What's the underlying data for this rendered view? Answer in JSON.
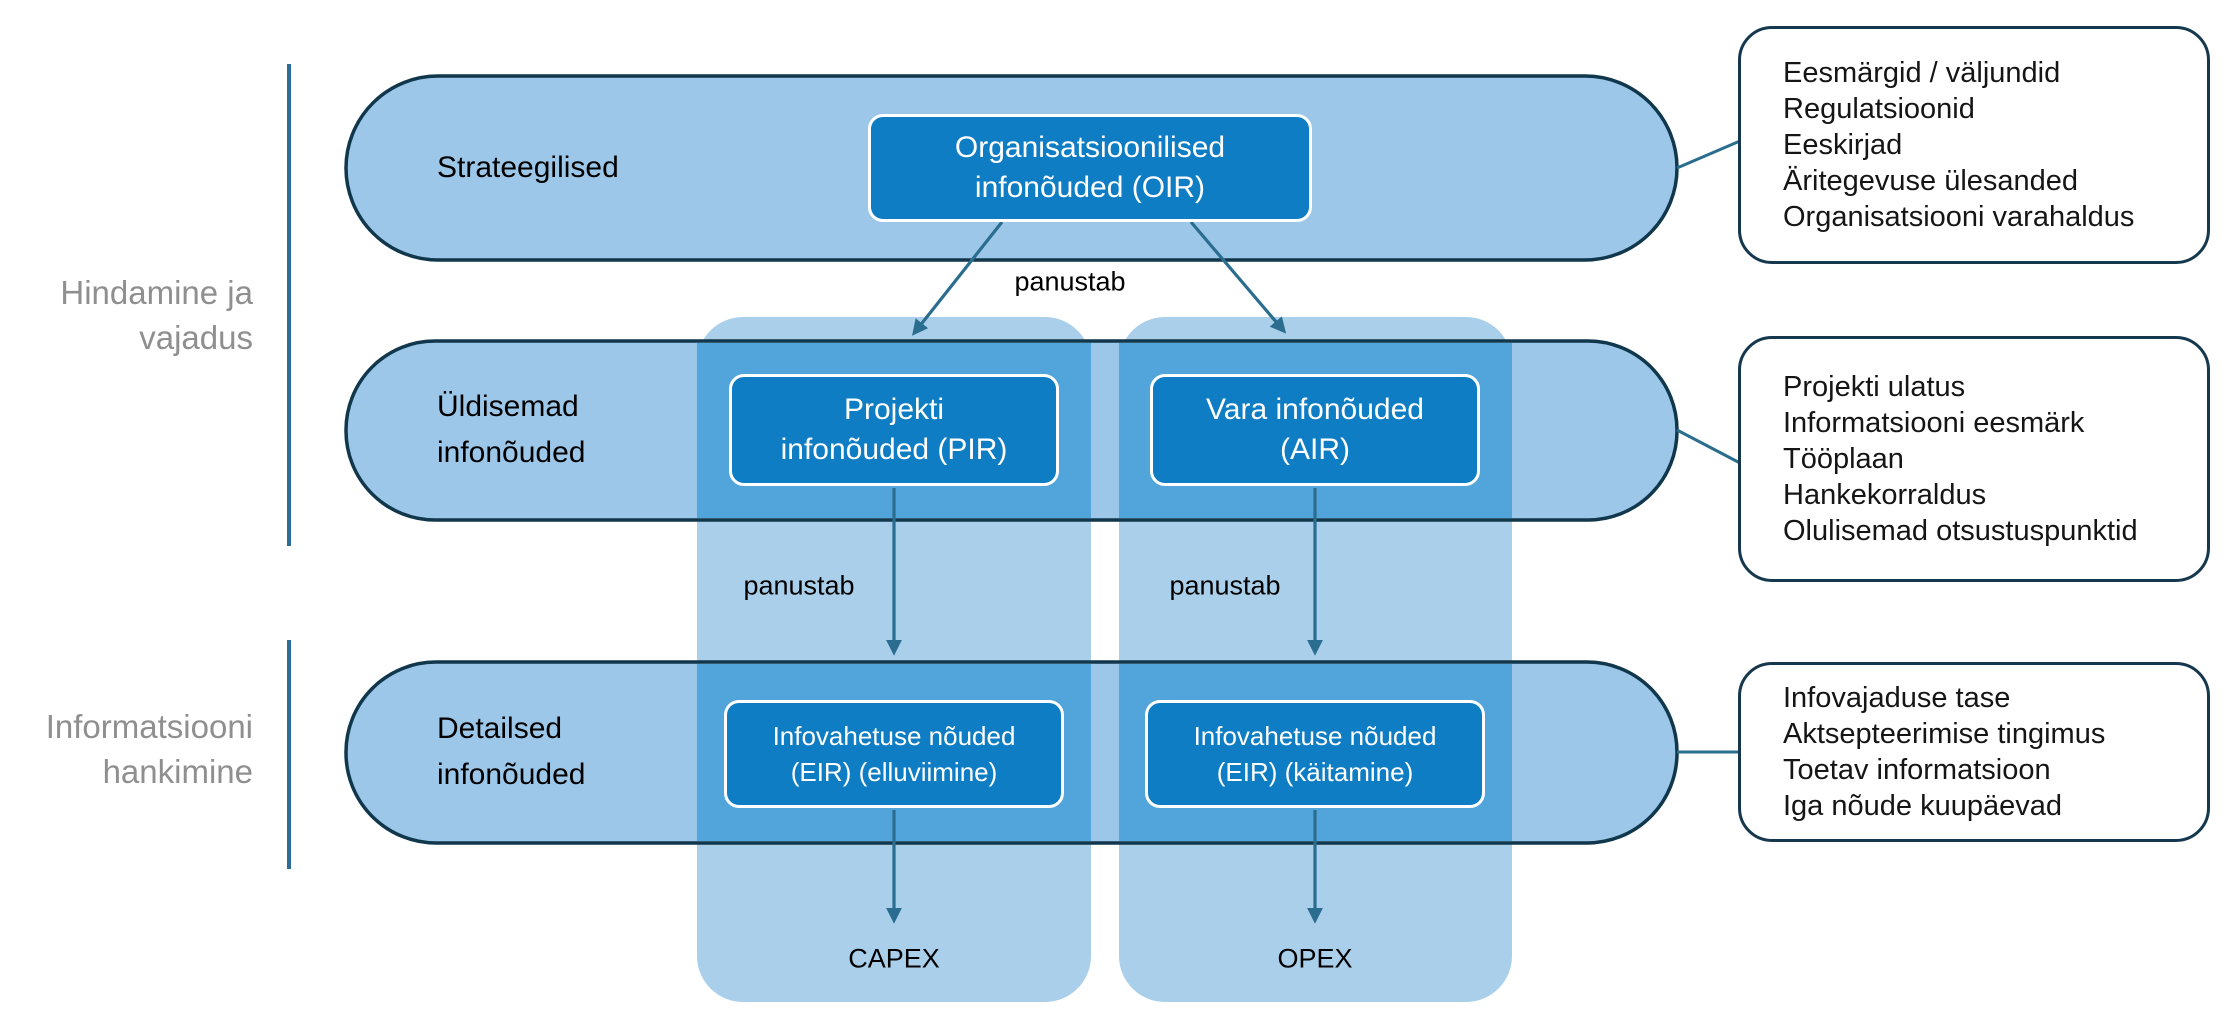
{
  "palette": {
    "pill_fill": "#9CC7E9",
    "pill_border": "#10374B",
    "column_fill": "#A9CFEB",
    "column_over_pill": "#52A5DA",
    "dark_box_fill": "#0E7DC4",
    "dark_box_border": "#FFFFFF",
    "dark_box_text": "#FFFFFF",
    "arrow_color": "#2A6D8F",
    "bracket_line_color": "#2E6D95",
    "side_label_color": "#8F8F8F",
    "callout_border": "#16384E",
    "text_color": "#000000"
  },
  "side_labels": [
    {
      "line1": "Hindamine ja",
      "line2": "vajadus"
    },
    {
      "line1": "Informatsiooni",
      "line2": "hankimine"
    }
  ],
  "pills": [
    {
      "label": "Strateegilised"
    },
    {
      "line1": "Üldisemad",
      "line2": "infonõuded"
    },
    {
      "line1": "Detailsed",
      "line2": "infonõuded"
    }
  ],
  "nodes": {
    "oir": {
      "line1": "Organisatsioonilised",
      "line2": "infonõuded (OIR)"
    },
    "pir": {
      "line1": "Projekti",
      "line2": "infonõuded (PIR)"
    },
    "air": {
      "line1": "Vara infonõuded",
      "line2": "(AIR)"
    },
    "eir_delivery": {
      "line1": "Infovahetuse nõuded",
      "line2": "(EIR) (elluviimine)"
    },
    "eir_operation": {
      "line1": "Infovahetuse nõuded",
      "line2": "(EIR) (käitamine)"
    }
  },
  "edge_label": "panustab",
  "outputs": {
    "capex": "CAPEX",
    "opex": "OPEX"
  },
  "right_boxes": [
    {
      "items": [
        "Eesmärgid / väljundid",
        "Regulatsioonid",
        "Eeskirjad",
        "Äritegevuse ülesanded",
        "Organisatsiooni varahaldus"
      ]
    },
    {
      "items": [
        "Projekti ulatus",
        "Informatsiooni eesmärk",
        "Tööplaan",
        "Hankekorraldus",
        "Olulisemad otsustuspunktid"
      ]
    },
    {
      "items": [
        "Infovajaduse tase",
        "Aktsepteerimise tingimus",
        "Toetav informatsioon",
        "Iga nõude kuupäevad"
      ]
    }
  ]
}
